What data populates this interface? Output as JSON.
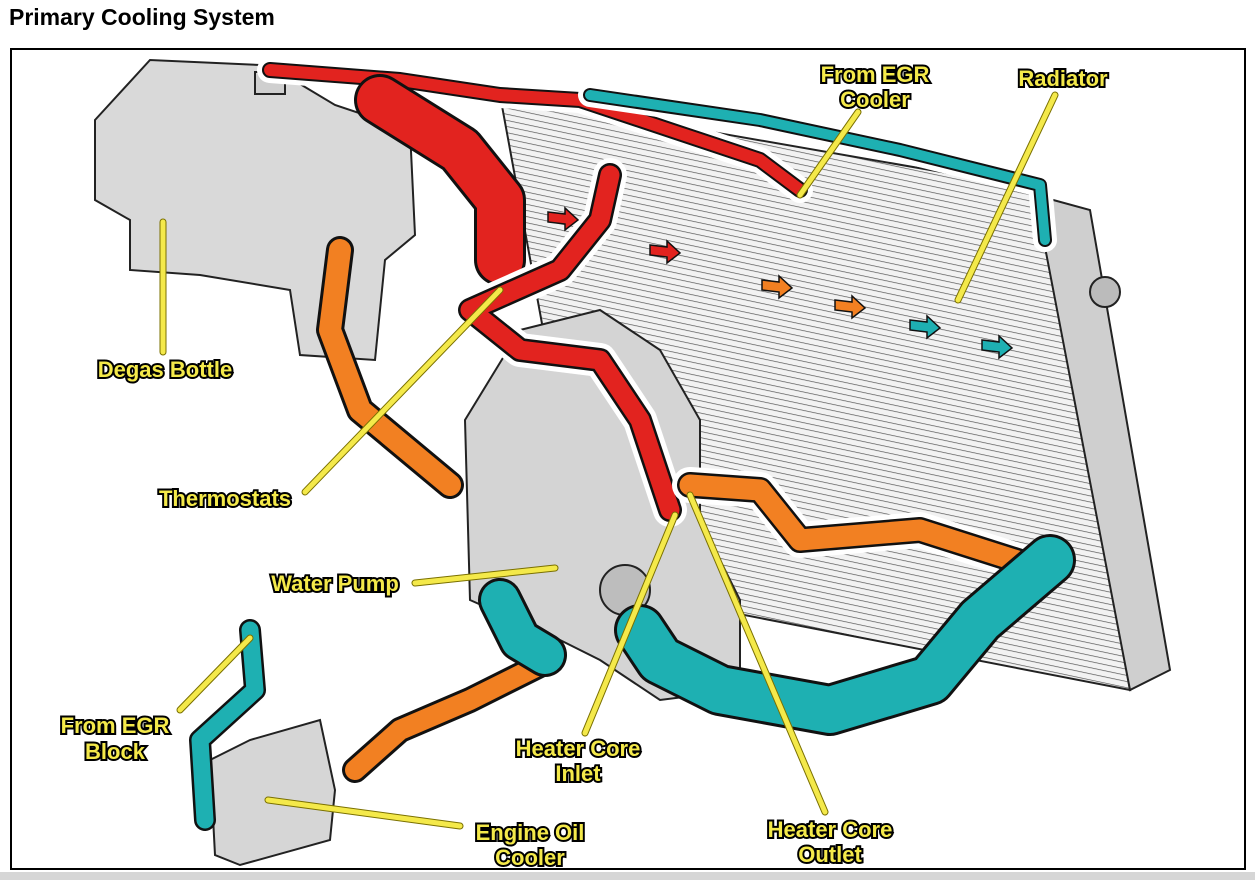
{
  "title": "Primary Cooling System",
  "colors": {
    "hot_hose": "#e2231f",
    "warm_hose": "#f28022",
    "cool_hose": "#1eb0b2",
    "label_fill": "#f4e94a",
    "component_gray": "#d9d9d9"
  },
  "labels": {
    "from_egr_cooler": [
      "From EGR",
      "Cooler"
    ],
    "radiator": "Radiator",
    "degas_bottle": "Degas Bottle",
    "thermostats": "Thermostats",
    "water_pump": "Water Pump",
    "from_egr_block": [
      "From EGR",
      "Block"
    ],
    "heater_core_inlet": [
      "Heater Core",
      "Inlet"
    ],
    "engine_oil_cooler": [
      "Engine Oil",
      "Cooler"
    ],
    "heater_core_outlet": [
      "Heater Core",
      "Outlet"
    ]
  }
}
